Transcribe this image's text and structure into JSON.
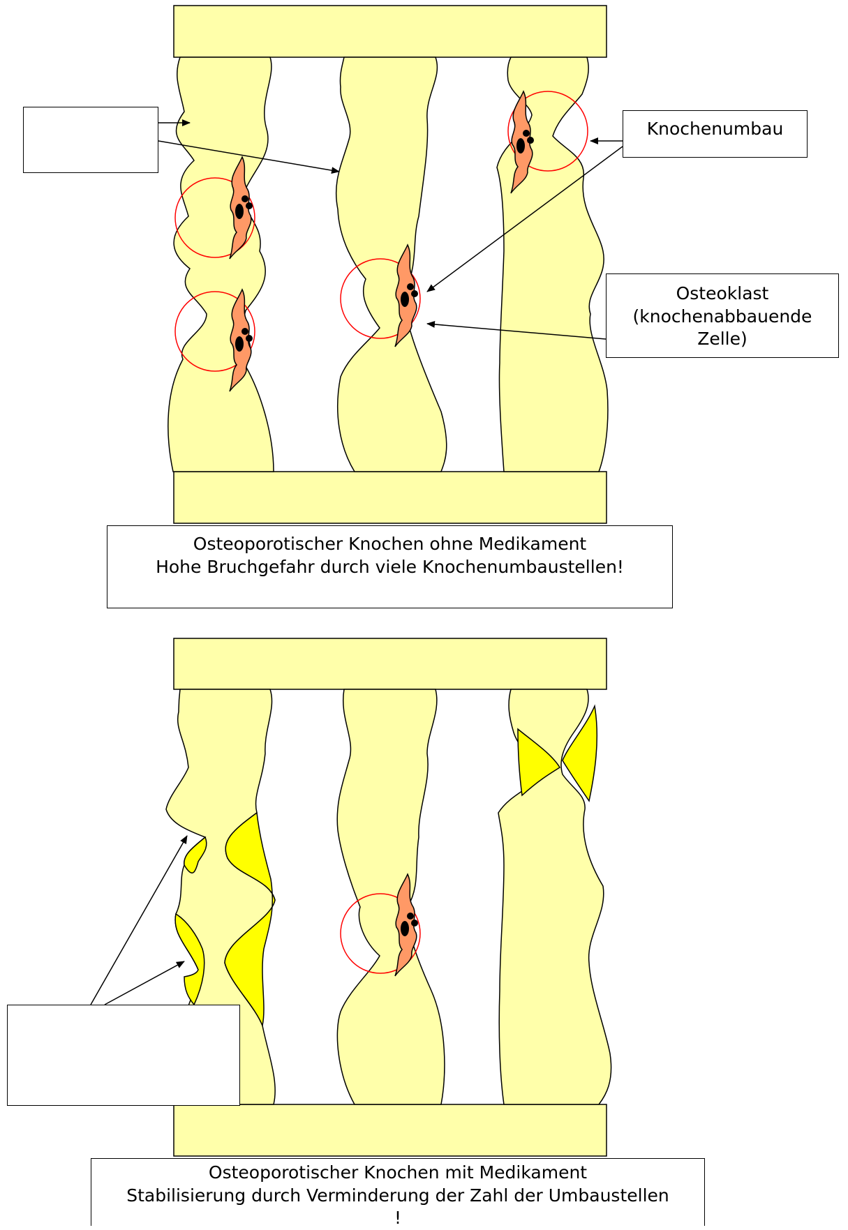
{
  "top_panel": {
    "label_knochenumbau": "Knochenumbau",
    "label_osteoklast": [
      "Osteoklast",
      "(knochenabbauende",
      "Zelle)"
    ],
    "caption": [
      "Osteoporotischer Knochen ohne Medikament",
      "Hohe Bruchgefahr durch viele Knochenumbaustellen!"
    ],
    "blank_label": ""
  },
  "bottom_panel": {
    "caption": [
      "Osteoporotischer Knochen mit Medikament",
      "Stabilisierung durch Verminderung der Zahl der Umbaustellen",
      "!"
    ],
    "blank_label": ""
  },
  "colors": {
    "bone_fill": "#FFFFAA",
    "bone_new": "#FFFF00",
    "osteoclast": "#FF9966",
    "marker_circle": "#FF0000",
    "outline": "#000000"
  }
}
